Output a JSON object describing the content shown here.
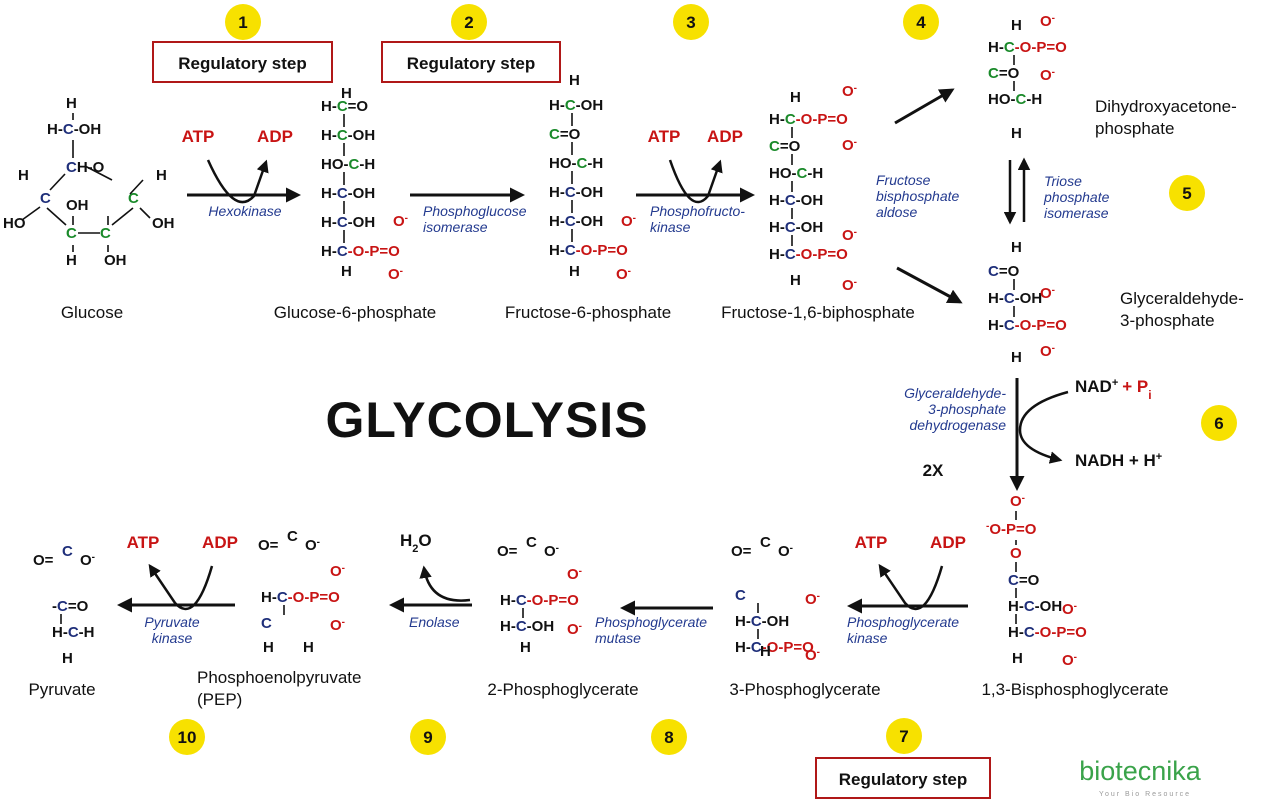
{
  "colors": {
    "blue": "#1f2f7a",
    "green": "#1a8a2a",
    "red": "#c81414",
    "black": "#111111",
    "enzyme": "#233a8f",
    "badge": "#f7e100"
  },
  "title": "GLYCOLYSIS",
  "regulatory_label": "Regulatory step",
  "steps": [
    "1",
    "2",
    "3",
    "4",
    "5",
    "6",
    "7",
    "8",
    "9",
    "10"
  ],
  "compounds": {
    "glucose": "Glucose",
    "g6p": "Glucose-6-phosphate",
    "f6p": "Fructose-6-phosphate",
    "f16bp": "Fructose-1,6-biphosphate",
    "dhap": [
      "Dihydroxyacetone-",
      "phosphate"
    ],
    "g3p": [
      "Glyceraldehyde-",
      "3-phosphate"
    ],
    "bpg": "1,3-Bisphosphoglycerate",
    "pg3": "3-Phosphoglycerate",
    "pg2": "2-Phosphoglycerate",
    "pep": [
      "Phosphoenolpyruvate",
      "(PEP)"
    ],
    "pyruvate": "Pyruvate"
  },
  "enzymes": {
    "hexokinase": [
      "Hexokinase"
    ],
    "pgi": [
      "Phosphoglucose",
      "isomerase"
    ],
    "pfk": [
      "Phosphofructo-",
      "kinase"
    ],
    "aldolase": [
      "Fructose",
      "bisphosphate",
      "aldose"
    ],
    "tpi": [
      "Triose",
      "phosphate",
      "isomerase"
    ],
    "gapdh": [
      "Glyceraldehyde-",
      "3-phosphate",
      "dehydrogenase"
    ],
    "pgk": [
      "Phosphoglycerate",
      "kinase"
    ],
    "pgm": [
      "Phosphoglycerate",
      "mutase"
    ],
    "enolase": [
      "Enolase"
    ],
    "pk": [
      "Pyruvate",
      "kinase"
    ]
  },
  "cofactors": {
    "atp": "ATP",
    "adp": "ADP",
    "nad": "NAD",
    "plus_pi": "+ P",
    "pi_sub": "i",
    "nadh": "NADH + H",
    "water": "H",
    "two_x": "2X"
  },
  "logo": {
    "text": "biotecnika",
    "tagline": "Your Bio Resource"
  }
}
